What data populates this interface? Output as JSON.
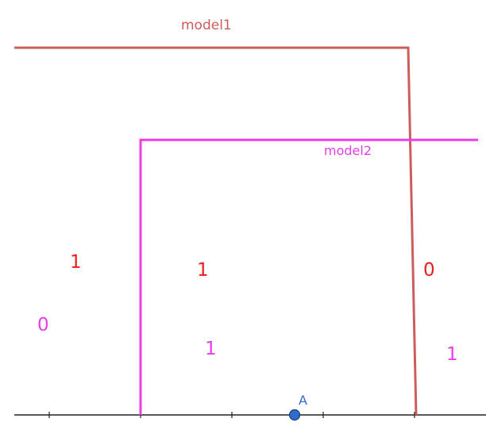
{
  "colors": {
    "model1": "#cc5d5d",
    "model2": "#e83ee8",
    "label_red": "#ee1c1c",
    "axis": "#222222",
    "point": "#2f6ccb",
    "point_label": "#2f6ccb"
  },
  "labels": {
    "model1": "model1",
    "model2": "model2",
    "point_a": "A",
    "model1_left_value": "1",
    "model1_middle_value": "1",
    "model1_right_value": "0",
    "model2_left_value": "0",
    "model2_middle_value": "1",
    "model2_right_value": "1"
  }
}
